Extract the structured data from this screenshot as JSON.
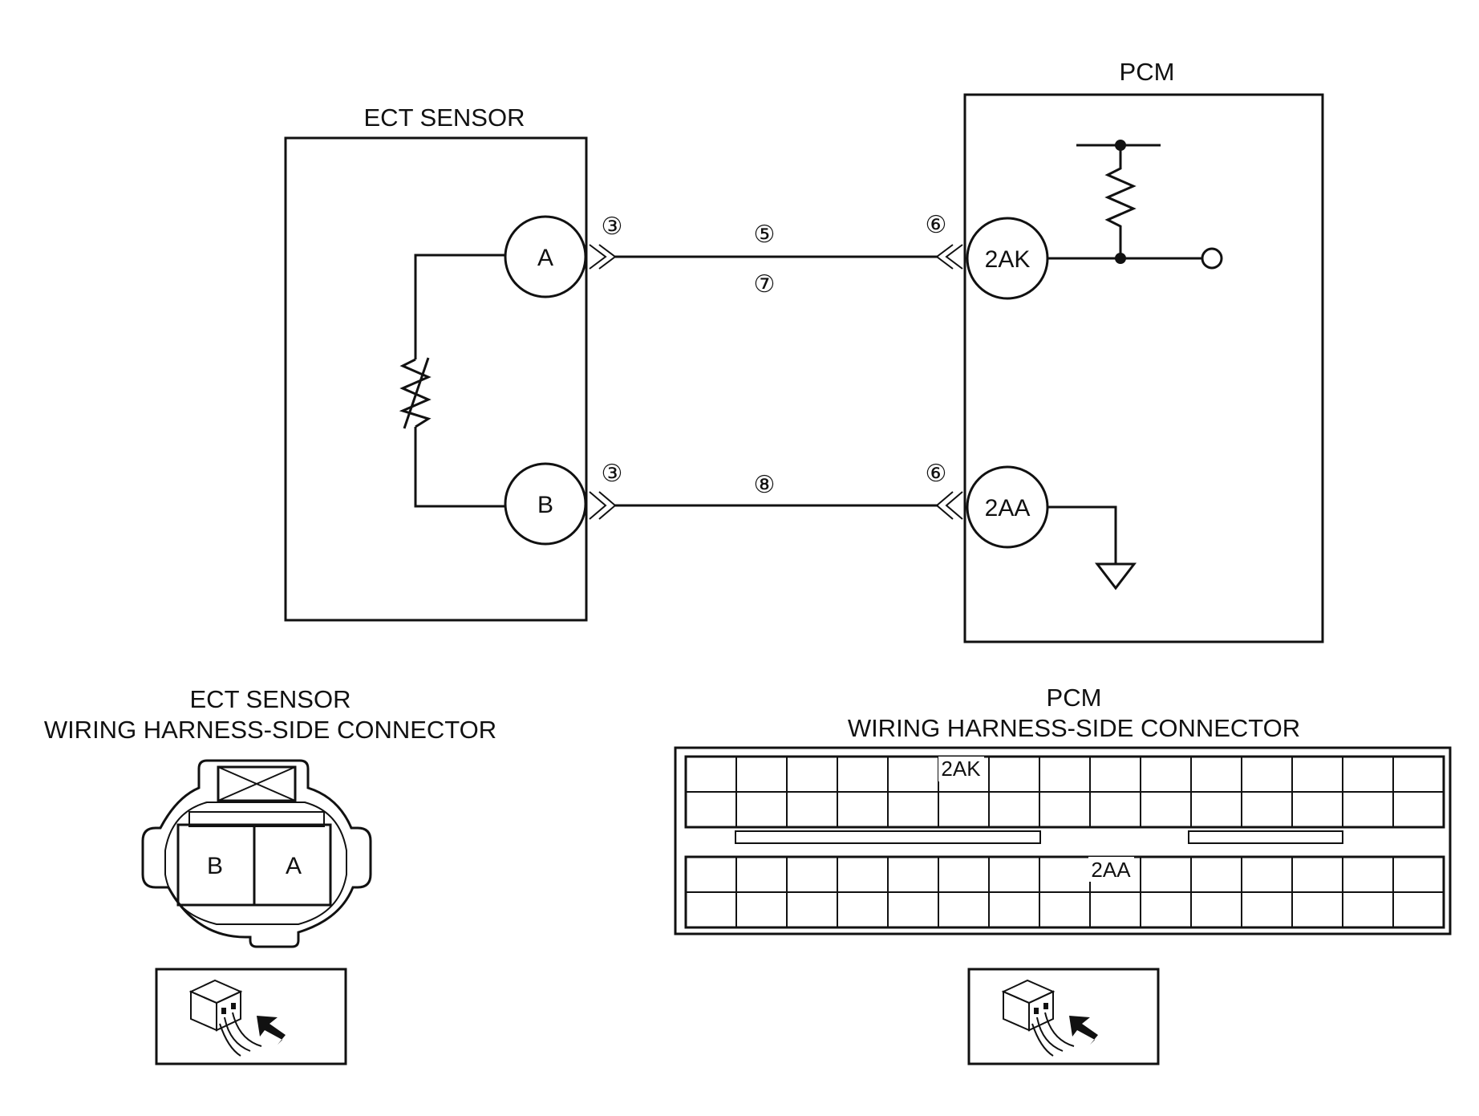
{
  "labels": {
    "ect_sensor": "ECT SENSOR",
    "pcm": "PCM",
    "ect_connector_title_1": "ECT SENSOR",
    "ect_connector_title_2": "WIRING HARNESS-SIDE CONNECTOR",
    "pcm_connector_title_1": "PCM",
    "pcm_connector_title_2": "WIRING HARNESS-SIDE CONNECTOR"
  },
  "pins": {
    "sensor_a": "A",
    "sensor_b": "B",
    "pcm_2ak": "2AK",
    "pcm_2aa": "2AA"
  },
  "callouts": {
    "a_sensor_side": "③",
    "a_mid_top": "⑤",
    "a_mid_bottom": "⑦",
    "a_pcm_side": "⑥",
    "b_sensor_side": "③",
    "b_mid": "⑧",
    "b_pcm_side": "⑥"
  },
  "ect_connector": {
    "terminals": [
      "B",
      "A"
    ]
  },
  "pcm_connector": {
    "top_pin": "2AK",
    "bottom_pin": "2AA"
  }
}
